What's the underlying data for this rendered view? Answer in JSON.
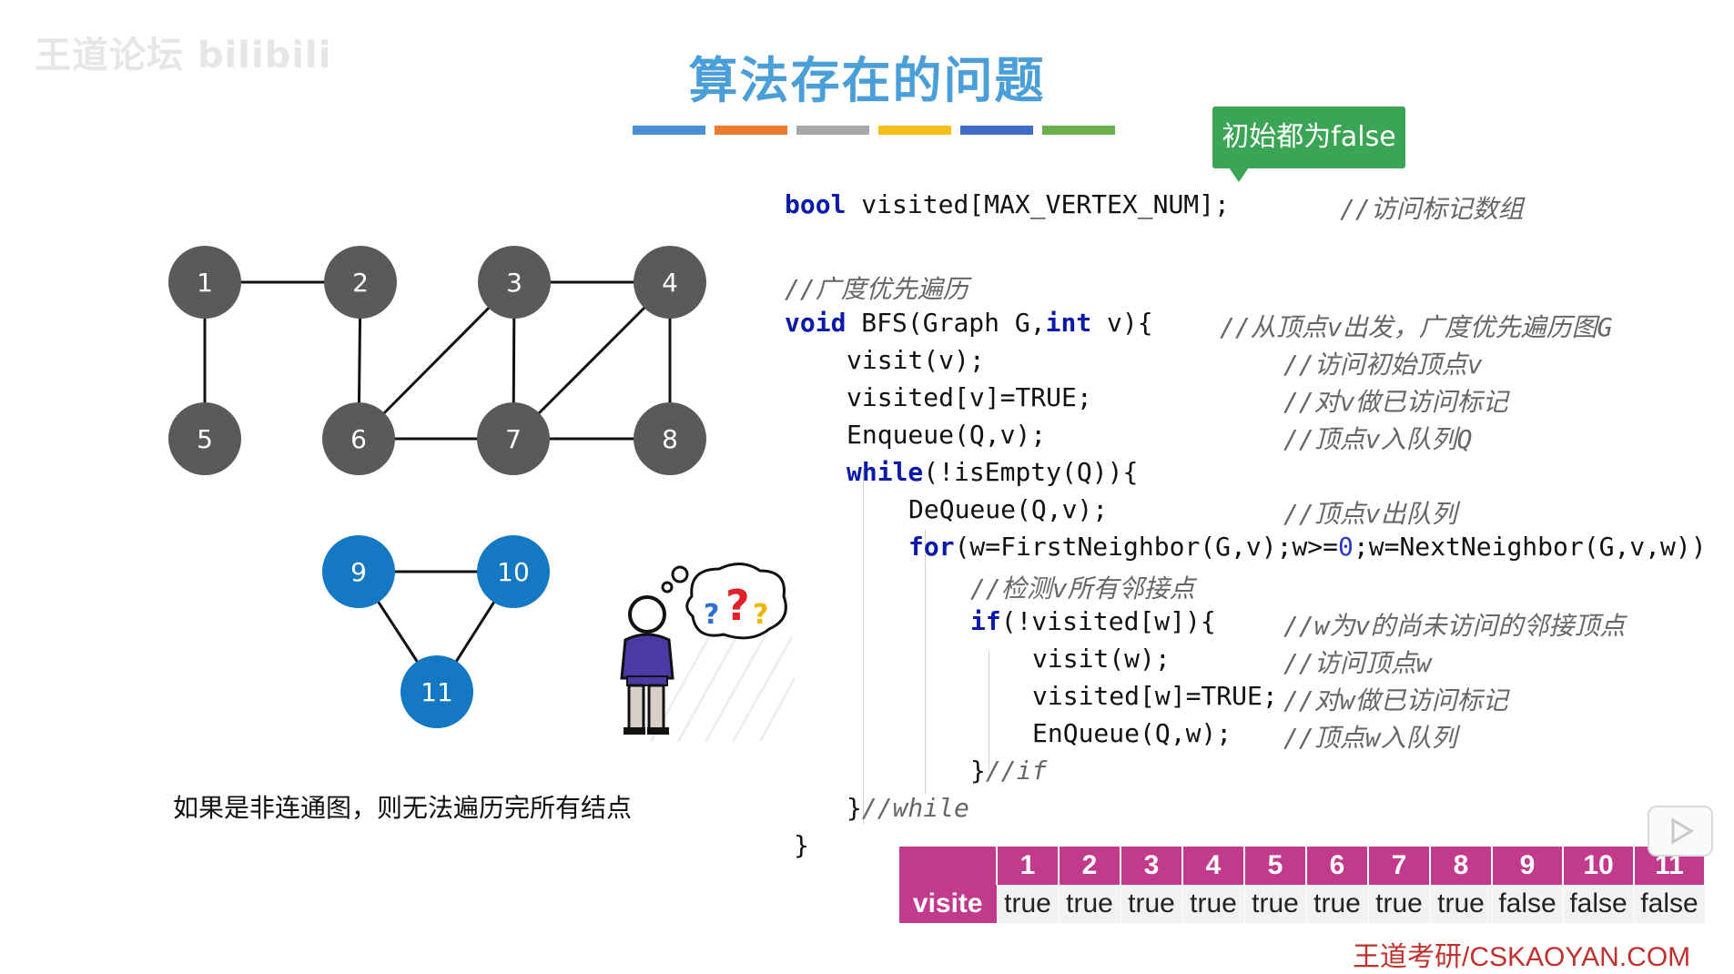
{
  "watermark": "王道论坛 bilibili",
  "slide": {
    "title": "算法存在的问题",
    "divider_colors": [
      "#4a90d6",
      "#ee7a2e",
      "#a8a8a8",
      "#f2c019",
      "#3f6ec8",
      "#6ab04c"
    ]
  },
  "callout": {
    "text": "初始都为false",
    "color": "#3aa655"
  },
  "code": {
    "decl": {
      "kw": "bool",
      "rest": " visited[MAX_VERTEX_NUM];",
      "comment": "//访问标记数组"
    },
    "bfs_comment": "//广度优先遍历",
    "bfs_sig": {
      "kw1": "void",
      "mid1": " BFS(Graph G,",
      "kw2": "int",
      "mid2": " v){",
      "comment": "//从顶点v出发，广度优先遍历图G"
    },
    "visit_v": {
      "text": "visit(v);",
      "comment": "//访问初始顶点v"
    },
    "mark_v": {
      "text": "visited[v]=TRUE;",
      "comment": "//对v做已访问标记"
    },
    "enqueue_v": {
      "text": "Enqueue(Q,v);",
      "comment": "//顶点v入队列Q"
    },
    "while_line": {
      "kw": "while",
      "rest": "(!isEmpty(Q)){"
    },
    "dequeue": {
      "text": "DeQueue(Q,v);",
      "comment": "//顶点v出队列"
    },
    "for_line": {
      "kw": "for",
      "pre": "(w=FirstNeighbor(G,v);w>=",
      "zero": "0",
      "post": ";w=NextNeighbor(G,v,w))"
    },
    "detect_comment": "//检测v所有邻接点",
    "if_line": {
      "kw": "if",
      "rest": "(!visited[w]){",
      "comment": "//w为v的尚未访问的邻接顶点"
    },
    "visit_w": {
      "text": "visit(w);",
      "comment": "//访问顶点w"
    },
    "mark_w": {
      "text": "visited[w]=TRUE;",
      "comment": "//对w做已访问标记"
    },
    "enqueue_w": {
      "text": "EnQueue(Q,w);",
      "comment": "//顶点w入队列"
    },
    "end_if": {
      "brace": "}",
      "comment": "//if"
    },
    "end_while": {
      "brace": "}",
      "comment": "//while"
    },
    "end_fn": "}"
  },
  "graph": {
    "vertices": [
      {
        "id": "1",
        "label": "1",
        "fill": "#5a5a5a"
      },
      {
        "id": "2",
        "label": "2",
        "fill": "#5a5a5a"
      },
      {
        "id": "3",
        "label": "3",
        "fill": "#5a5a5a"
      },
      {
        "id": "4",
        "label": "4",
        "fill": "#5a5a5a"
      },
      {
        "id": "5",
        "label": "5",
        "fill": "#5a5a5a"
      },
      {
        "id": "6",
        "label": "6",
        "fill": "#5a5a5a"
      },
      {
        "id": "7",
        "label": "7",
        "fill": "#5a5a5a"
      },
      {
        "id": "8",
        "label": "8",
        "fill": "#5a5a5a"
      },
      {
        "id": "9",
        "label": "9",
        "fill": "#1478c2"
      },
      {
        "id": "10",
        "label": "10",
        "fill": "#1478c2"
      },
      {
        "id": "11",
        "label": "11",
        "fill": "#1478c2"
      }
    ],
    "edges": [
      [
        "1",
        "2"
      ],
      [
        "1",
        "5"
      ],
      [
        "2",
        "6"
      ],
      [
        "3",
        "4"
      ],
      [
        "3",
        "6"
      ],
      [
        "3",
        "7"
      ],
      [
        "4",
        "7"
      ],
      [
        "4",
        "8"
      ],
      [
        "6",
        "7"
      ],
      [
        "7",
        "8"
      ],
      [
        "9",
        "10"
      ],
      [
        "9",
        "11"
      ],
      [
        "10",
        "11"
      ]
    ]
  },
  "caption": "如果是非连通图，则无法遍历完所有结点",
  "visited_table": {
    "row_label": "visite",
    "indices": [
      "1",
      "2",
      "3",
      "4",
      "5",
      "6",
      "7",
      "8",
      "9",
      "10",
      "11"
    ],
    "values": [
      "true",
      "true",
      "true",
      "true",
      "true",
      "true",
      "true",
      "true",
      "false",
      "false",
      "false"
    ],
    "header_color": "#c23a8b"
  },
  "brand": "王道考研/CSKAOYAN.COM",
  "icons": {
    "thinker": "confused-person-icon",
    "play": "play-icon"
  }
}
